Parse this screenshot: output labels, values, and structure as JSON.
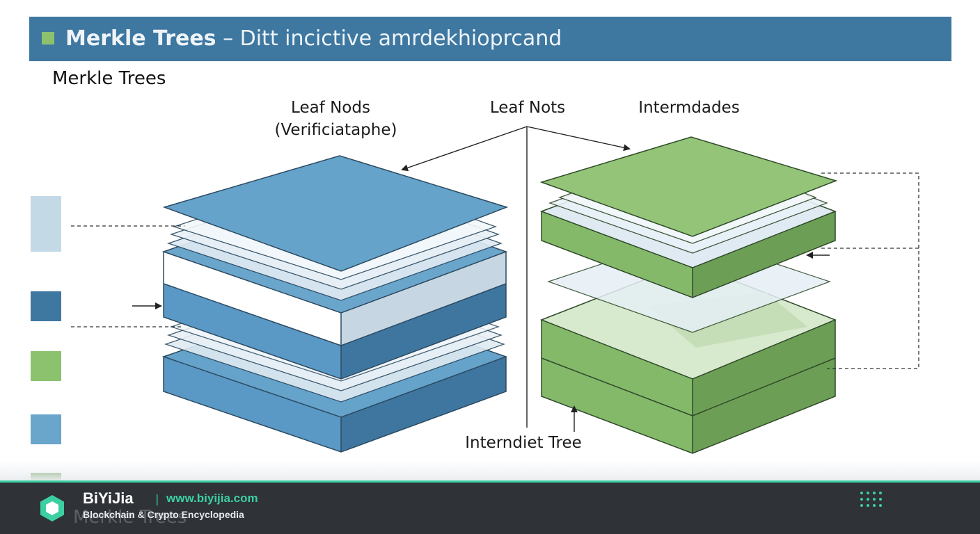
{
  "header": {
    "title_bold": "Merkle Trees",
    "title_rest": " – Ditt incictive amrdekhioprcand",
    "accent_color": "#8cc26e",
    "bar_color": "#3e77a0"
  },
  "subtitle": "Merkle Trees",
  "labels": {
    "leaf_nods_line1": "Leaf Nods",
    "leaf_nods_line2": "(Verificiataphe)",
    "leaf_nots": "Leaf Nots",
    "intermdades": "Intermdades",
    "interndiet_tree": "Interndiet Tree"
  },
  "legend_colors": [
    "#c4d9e6",
    "#3e77a0",
    "#8cc26e",
    "#6aa5cc",
    "#6d9e55"
  ],
  "colors": {
    "blue_top": "#65a3cb",
    "blue_front": "#5a98c6",
    "blue_side": "#3e76a0",
    "green_top": "#93c477",
    "green_front": "#84b96a",
    "green_side": "#6d9e55",
    "pale_green": "#d7eacd"
  },
  "footer": {
    "bleed_text": "Merkle Trees",
    "brand_name": "BiYiJia",
    "separator": "|",
    "url": "www.biyijia.com",
    "tagline": "Blockchain & Crypto Encyclopedia",
    "icon": "hexagon-logo-icon",
    "menu_icon": "grid-dots-icon"
  }
}
